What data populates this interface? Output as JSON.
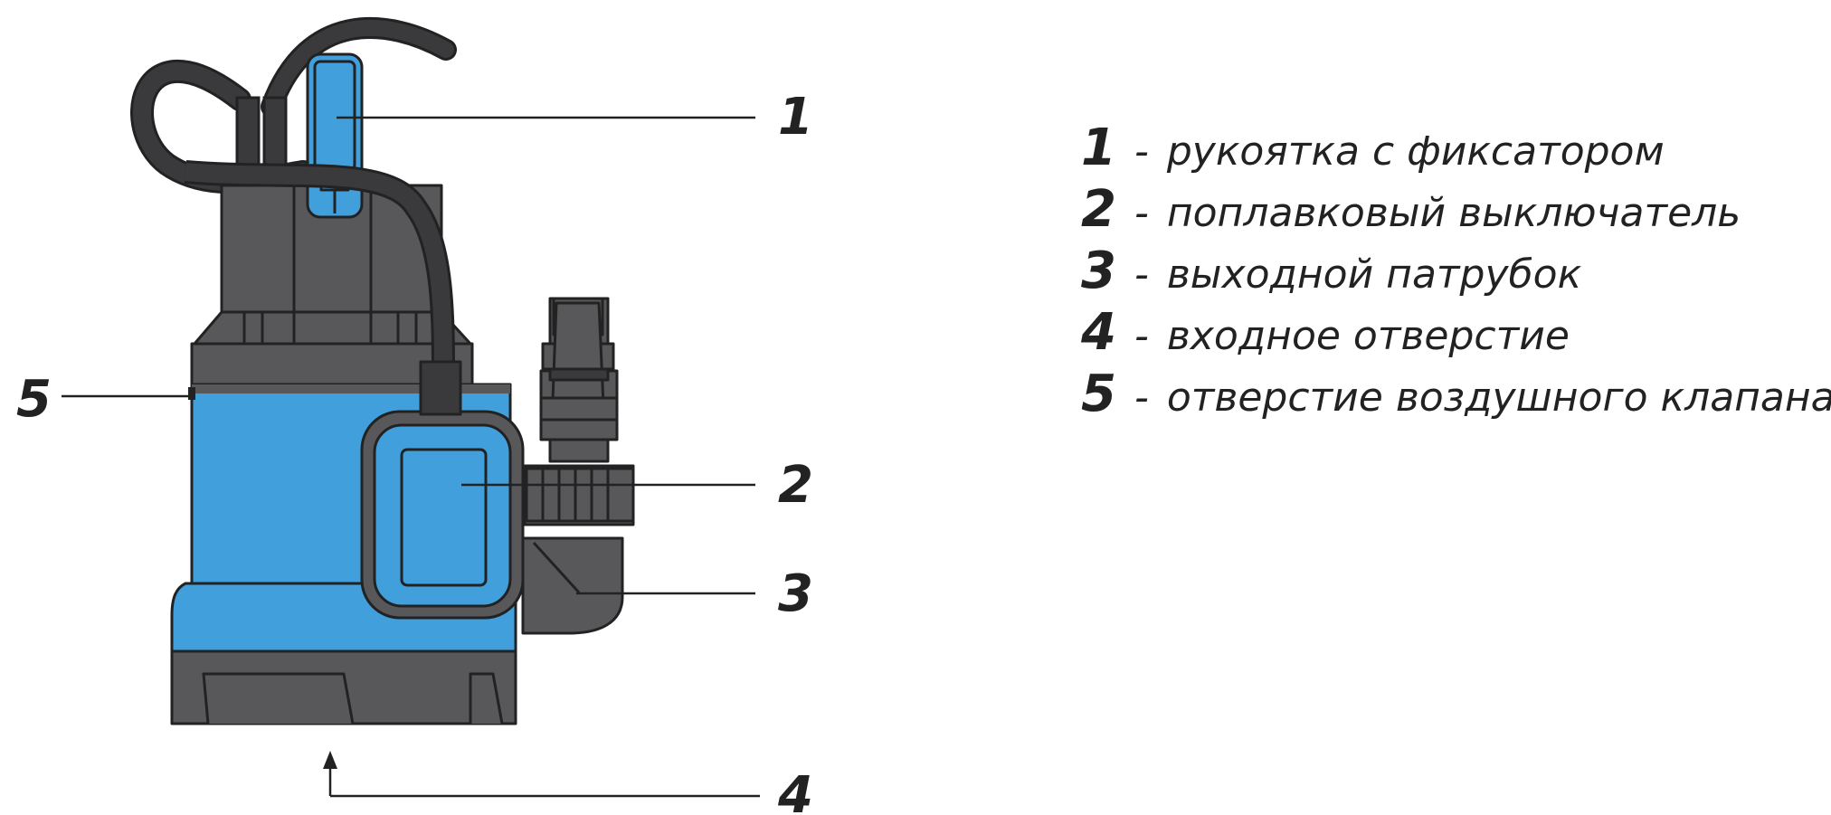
{
  "callouts": [
    {
      "id": "1",
      "num": "1"
    },
    {
      "id": "2",
      "num": "2"
    },
    {
      "id": "3",
      "num": "3"
    },
    {
      "id": "4",
      "num": "4"
    },
    {
      "id": "5",
      "num": "5"
    }
  ],
  "legend": {
    "separator": "-",
    "items": [
      {
        "num": "1",
        "text": "рукоятка с фиксатором"
      },
      {
        "num": "2",
        "text": "поплавковый выключатель"
      },
      {
        "num": "3",
        "text": "выходной патрубок"
      },
      {
        "num": "4",
        "text": "входное отверстие"
      },
      {
        "num": "5",
        "text": "отверстие воздушного клапана"
      }
    ]
  },
  "colors": {
    "body_blue": "#419fdc",
    "plastic_dark": "#58585a",
    "cable": "#3a3a3c",
    "outline": "#222222"
  }
}
